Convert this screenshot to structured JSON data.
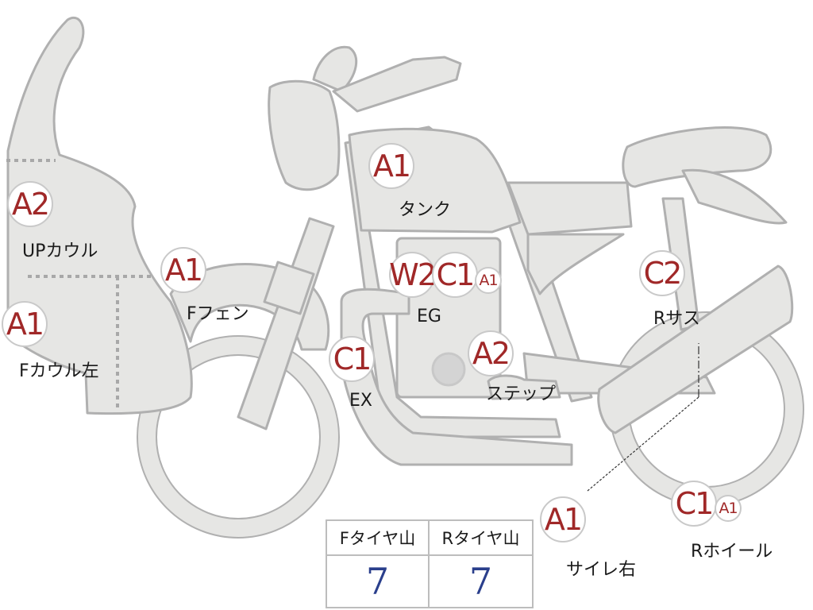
{
  "parts": [
    {
      "id": "tank",
      "grades": [
        "A1"
      ],
      "label": "タンク"
    },
    {
      "id": "up-cowl",
      "grades": [
        "A2"
      ],
      "label": "UPカウル"
    },
    {
      "id": "f-cowl-left",
      "grades": [
        "A1"
      ],
      "label": "Fカウル左"
    },
    {
      "id": "f-fender",
      "grades": [
        "A1"
      ],
      "label": "Fフェン"
    },
    {
      "id": "engine",
      "grades": [
        "W2",
        "C1",
        "A1"
      ],
      "label": "EG"
    },
    {
      "id": "exhaust",
      "grades": [
        "C1"
      ],
      "label": "EX"
    },
    {
      "id": "step",
      "grades": [
        "A2"
      ],
      "label": "ステップ"
    },
    {
      "id": "r-suspension",
      "grades": [
        "C2"
      ],
      "label": "Rサス"
    },
    {
      "id": "silencer-right",
      "grades": [
        "A1"
      ],
      "label": "サイレ右"
    },
    {
      "id": "r-wheel",
      "grades": [
        "C1",
        "A1"
      ],
      "label": "Rホイール"
    }
  ],
  "tire_table": {
    "front_header": "Fタイヤ山",
    "rear_header": "Rタイヤ山",
    "front_value": "7",
    "rear_value": "7"
  },
  "colors": {
    "body_fill": "#e6e6e4",
    "body_stroke": "#b0b0b0",
    "grade_text": "#a02828",
    "tire_value_text": "#2a3f8c"
  }
}
